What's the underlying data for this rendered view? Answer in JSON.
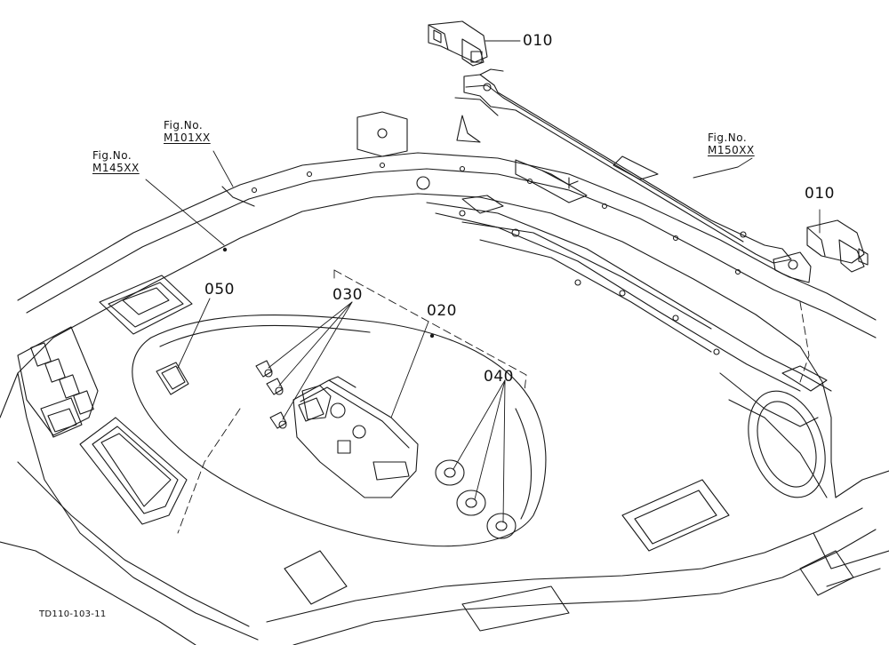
{
  "parts": {
    "p010_top": "010",
    "p010_right": "010",
    "p020": "020",
    "p030": "030",
    "p040": "040",
    "p050": "050"
  },
  "figures": {
    "fig_a": {
      "label": "Fig.No.",
      "ref": "M101XX"
    },
    "fig_b": {
      "label": "Fig.No.",
      "ref": "M145XX"
    },
    "fig_c": {
      "label": "Fig.No.",
      "ref": "M150XX"
    }
  },
  "drawing_code": "TD110-103-11",
  "colors": {
    "line": "#1a1a1a",
    "background": "#ffffff"
  }
}
